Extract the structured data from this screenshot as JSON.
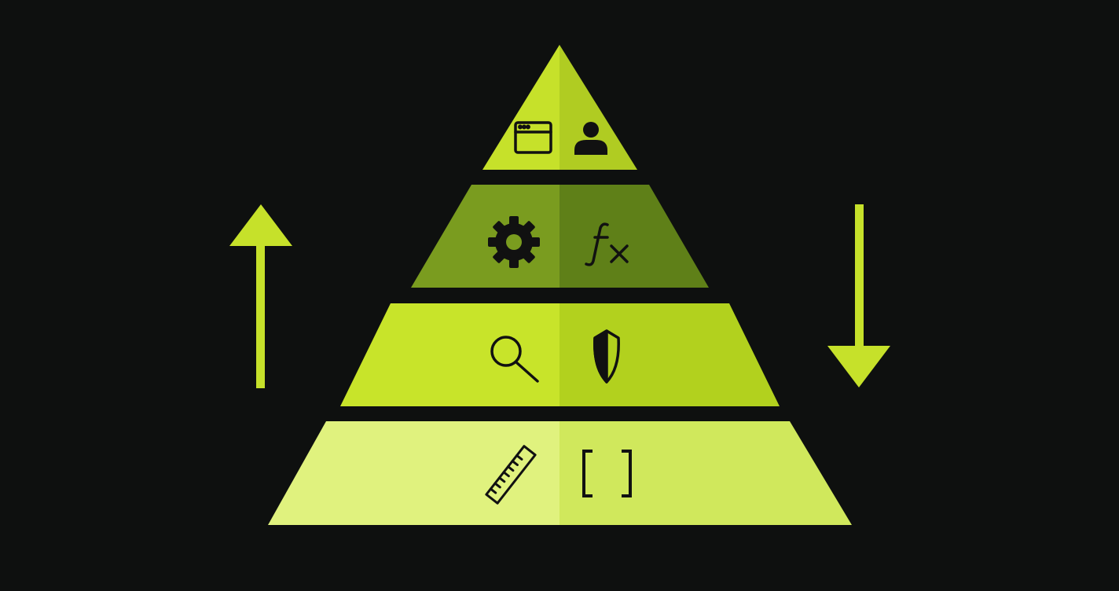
{
  "background": "#0e100f",
  "icon_color": "#111111",
  "arrows": {
    "left": {
      "direction": "up",
      "color": "#c6e12a",
      "icon": "arrow-up-icon"
    },
    "right": {
      "direction": "down",
      "color": "#c6e12a",
      "icon": "arrow-down-icon"
    }
  },
  "pyramid": {
    "layers": [
      {
        "name": "tier-1-top",
        "left_color": "#c6e12a",
        "right_color": "#b0cc22",
        "icons": [
          "browser-window-icon",
          "user-icon"
        ]
      },
      {
        "name": "tier-2",
        "left_color": "#7a9c1f",
        "right_color": "#5f8018",
        "icons": [
          "gear-icon",
          "function-fx-icon"
        ]
      },
      {
        "name": "tier-3",
        "left_color": "#c8e42a",
        "right_color": "#b2d11e",
        "icons": [
          "magnifier-icon",
          "shield-icon"
        ]
      },
      {
        "name": "tier-4-base",
        "left_color": "#e0f27e",
        "right_color": "#d0e85c",
        "icons": [
          "ruler-icon",
          "brackets-icon"
        ]
      }
    ]
  }
}
